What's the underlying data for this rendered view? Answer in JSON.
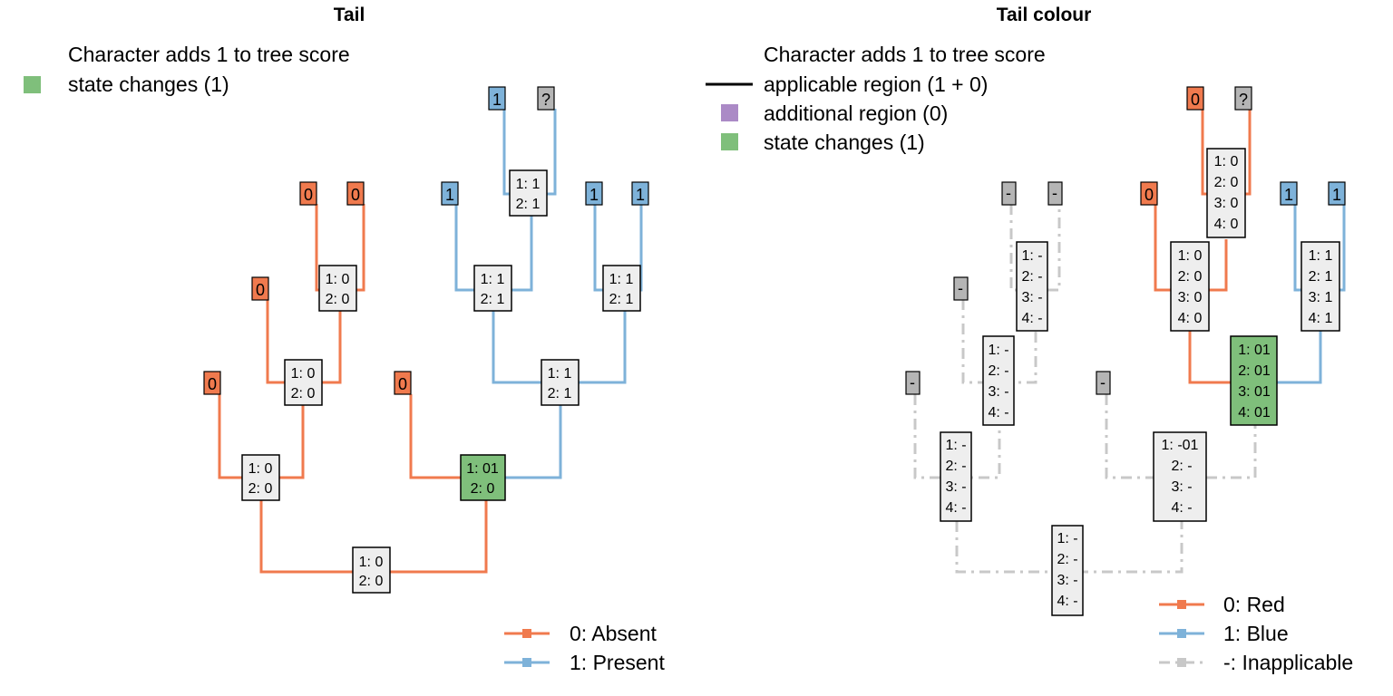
{
  "colors": {
    "red": "#f07a4e",
    "blue": "#7eb2d9",
    "grey": "#c8c8c8",
    "green": "#7fbf7b",
    "purple": "#ab8ac6",
    "box": "#eeeeee",
    "unknown_box": "#b5b5b5"
  },
  "left": {
    "title": "Tail",
    "header": "Character adds 1 to tree score",
    "legend_items": [
      {
        "label": "state changes (1)",
        "color": "#7fbf7b"
      }
    ],
    "state_legend": [
      {
        "label": "0: Absent",
        "color": "#f07a4e"
      },
      {
        "label": "1: Present",
        "color": "#7eb2d9"
      }
    ],
    "leaves": [
      "0",
      "0",
      "0",
      "0",
      "0",
      "1",
      "?",
      "1",
      "1",
      "1"
    ],
    "nodes": [
      {
        "lines": [
          "1: 0",
          "2: 0"
        ],
        "changed": false
      },
      {
        "lines": [
          "1: 0",
          "2: 0"
        ],
        "changed": false
      },
      {
        "lines": [
          "1: 0",
          "2: 0"
        ],
        "changed": false
      },
      {
        "lines": [
          "1: 0",
          "2: 0"
        ],
        "changed": false
      },
      {
        "lines": [
          "1: 01",
          "2: 0"
        ],
        "changed": true
      },
      {
        "lines": [
          "1: 1",
          "2: 1"
        ],
        "changed": false
      },
      {
        "lines": [
          "1: 1",
          "2: 1"
        ],
        "changed": false
      },
      {
        "lines": [
          "1: 1",
          "2: 1"
        ],
        "changed": false
      },
      {
        "lines": [
          "1: 1",
          "2: 1"
        ],
        "changed": false
      }
    ]
  },
  "right": {
    "title": "Tail colour",
    "header": "Character adds 1 to tree score",
    "legend_items": [
      {
        "label": "applicable region (1 + 0)",
        "kind": "line",
        "color": "#000000"
      },
      {
        "label": "additional region (0)",
        "kind": "square",
        "color": "#ab8ac6"
      },
      {
        "label": "state changes (1)",
        "kind": "square",
        "color": "#7fbf7b"
      }
    ],
    "state_legend": [
      {
        "label": "0: Red",
        "color": "#f07a4e"
      },
      {
        "label": "1: Blue",
        "color": "#7eb2d9"
      },
      {
        "label": "-: Inapplicable",
        "color": "#c8c8c8"
      }
    ],
    "leaves": [
      "-",
      "-",
      "-",
      "-",
      "-",
      "0",
      "0",
      "?",
      "1",
      "1"
    ],
    "nodes": [
      {
        "lines": [
          "1: -",
          "2: -",
          "3: -",
          "4: -"
        ],
        "changed": false
      },
      {
        "lines": [
          "1: -",
          "2: -",
          "3: -",
          "4: -"
        ],
        "changed": false
      },
      {
        "lines": [
          "1: -",
          "2: -",
          "3: -",
          "4: -"
        ],
        "changed": false
      },
      {
        "lines": [
          "1: -",
          "2: -",
          "3: -",
          "4: -"
        ],
        "changed": false
      },
      {
        "lines": [
          "1: -01",
          "2: -",
          "3: -",
          "4: -"
        ],
        "changed": false
      },
      {
        "lines": [
          "1: 01",
          "2: 01",
          "3: 01",
          "4: 01"
        ],
        "changed": true
      },
      {
        "lines": [
          "1: 0",
          "2: 0",
          "3: 0",
          "4: 0"
        ],
        "changed": false
      },
      {
        "lines": [
          "1: 0",
          "2: 0",
          "3: 0",
          "4: 0"
        ],
        "changed": false
      },
      {
        "lines": [
          "1: 1",
          "2: 1",
          "3: 1",
          "4: 1"
        ],
        "changed": false
      }
    ]
  }
}
